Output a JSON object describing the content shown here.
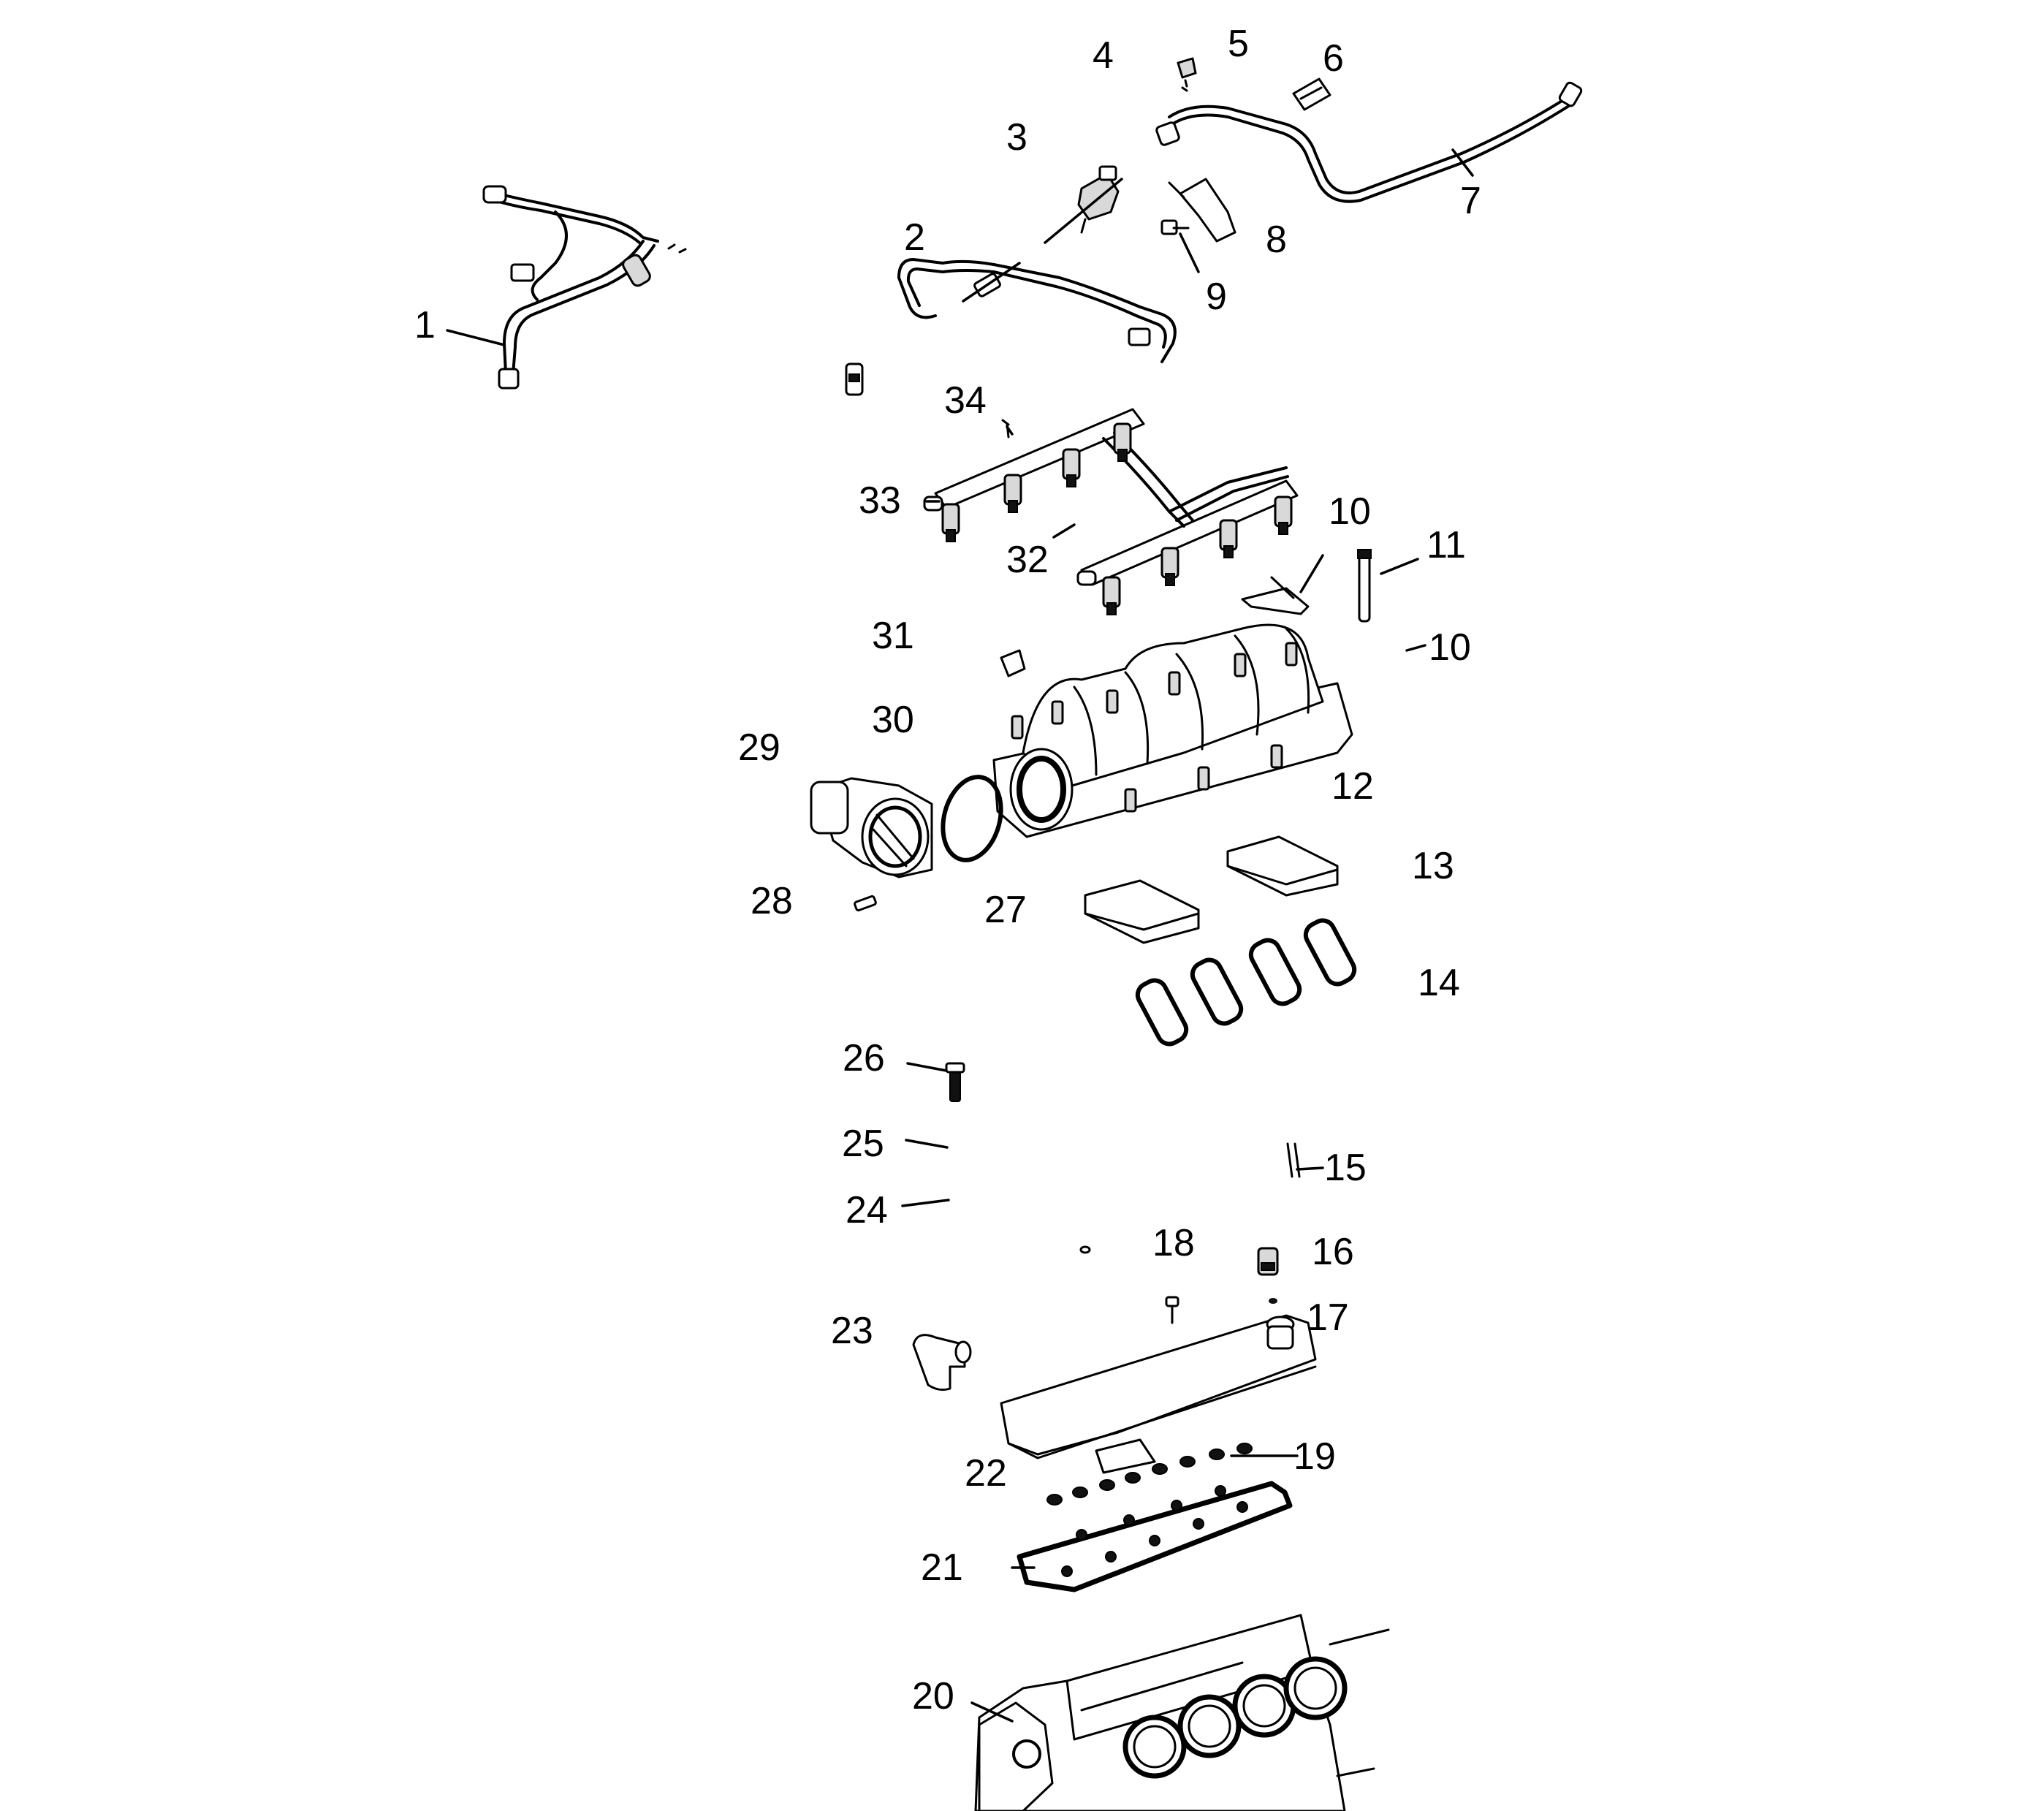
{
  "diagram": {
    "callouts": [
      "1",
      "2",
      "3",
      "4",
      "5",
      "6",
      "7",
      "8",
      "9",
      "10",
      "11",
      "12",
      "13",
      "14",
      "15",
      "16",
      "17",
      "18",
      "19",
      "20",
      "21",
      "22",
      "23",
      "24",
      "25",
      "26",
      "27",
      "28",
      "29",
      "30",
      "31",
      "32",
      "33",
      "34"
    ],
    "repeat_callout_10": "10"
  }
}
